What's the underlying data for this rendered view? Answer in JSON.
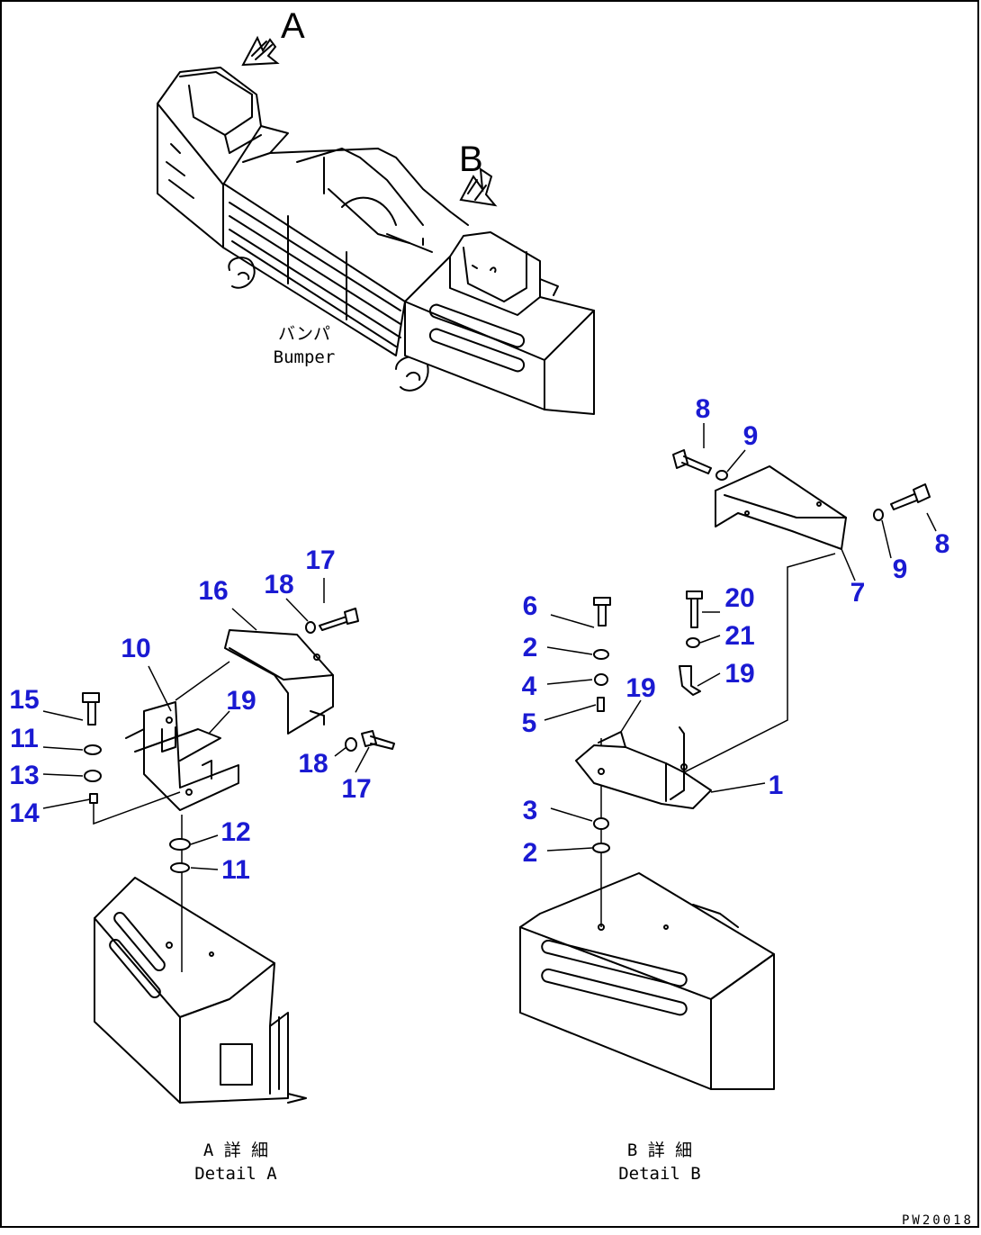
{
  "view_labels": {
    "a": "A",
    "b": "B"
  },
  "bumper": {
    "jp": "バンパ",
    "en": "Bumper"
  },
  "detail_a": {
    "jp": "A 詳 細",
    "en": "Detail A"
  },
  "detail_b": {
    "jp": "B 詳 細",
    "en": "Detail B"
  },
  "drawing_code": "PW20018",
  "callouts": [
    "8",
    "9",
    "8",
    "9",
    "7",
    "1",
    "6",
    "2",
    "4",
    "5",
    "19",
    "20",
    "21",
    "19",
    "3",
    "2",
    "17",
    "18",
    "16",
    "10",
    "19",
    "15",
    "11",
    "13",
    "14",
    "18",
    "17",
    "12",
    "11"
  ],
  "colors": {
    "callout": "#1a1ad2",
    "line": "#000000",
    "border": "#000000"
  }
}
